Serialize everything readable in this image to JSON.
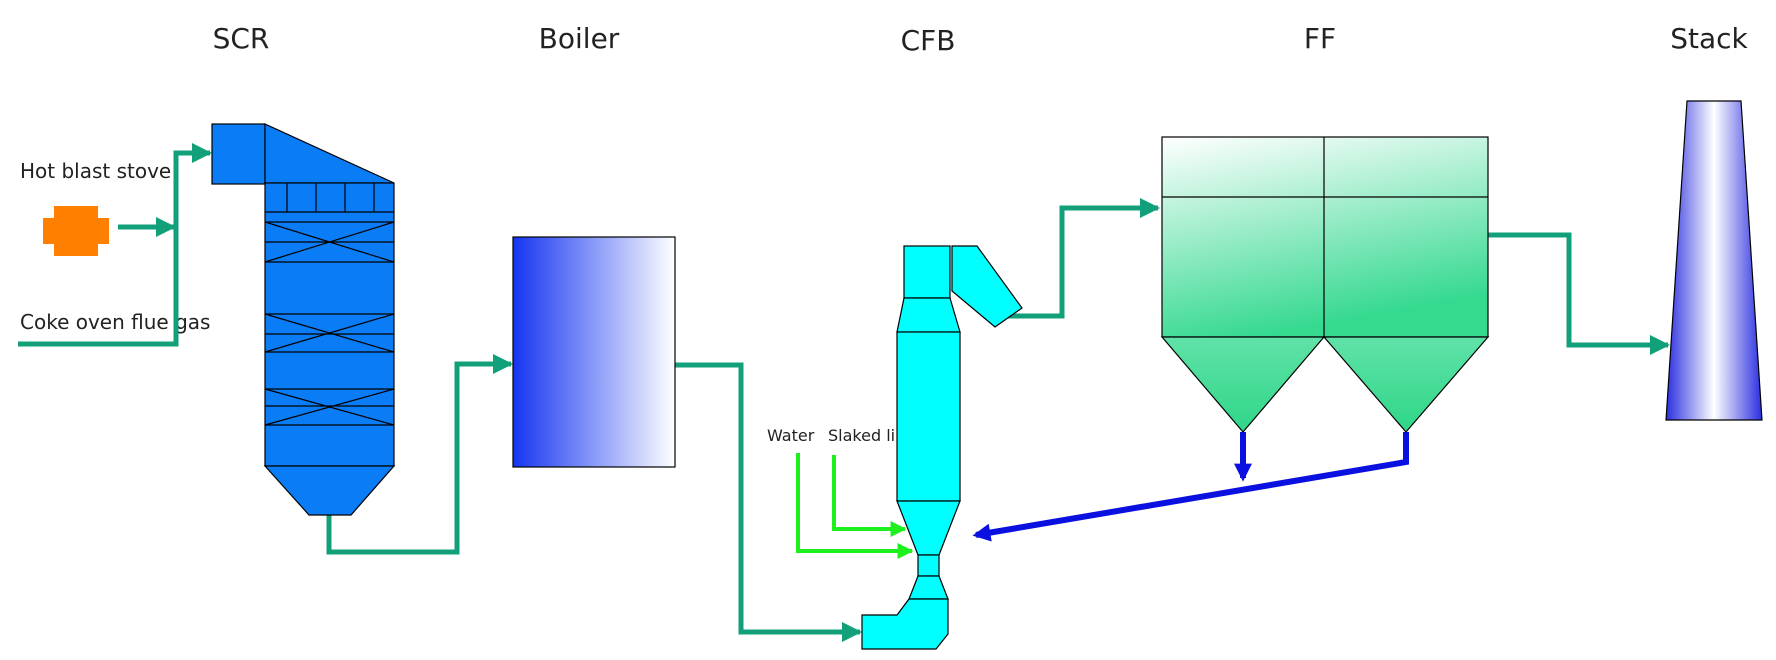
{
  "units": {
    "scr": "SCR",
    "boiler": "Boiler",
    "cfb": "CFB",
    "ff": "FF",
    "stack": "Stack"
  },
  "inputs": {
    "hot_blast_stove": "Hot blast stove",
    "coke_oven_flue_gas": "Coke oven flue gas",
    "water": "Water",
    "slaked_lime": "Slaked lime"
  },
  "colors": {
    "flue_gas_pipe": "#11a07a",
    "additive_pipe": "#1df01d",
    "ash_return_pipe": "#0a10e0",
    "scr_body": "#0a7cf5",
    "cfb_body": "#00ffff",
    "stove": "#ff7f00"
  }
}
